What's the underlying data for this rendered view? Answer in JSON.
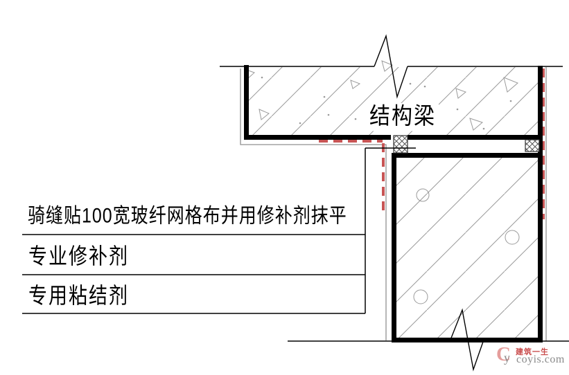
{
  "drawing": {
    "beam_label": "结构梁",
    "annotations": [
      {
        "label": "骑缝贴100宽玻纤网格布并用修补剂抹平"
      },
      {
        "label": "专业修补剂"
      },
      {
        "label": "专用粘结剂"
      }
    ],
    "colors": {
      "line_black": "#000000",
      "offset_gray": "#8f8f8f",
      "hatch_gray": "#9a9a9a",
      "repair_dashed_red": "#c85555"
    }
  },
  "watermark": {
    "logo_initial": "C",
    "logo_sub": "y",
    "brand_name": "建筑一生",
    "site_url": "coyis.com"
  }
}
